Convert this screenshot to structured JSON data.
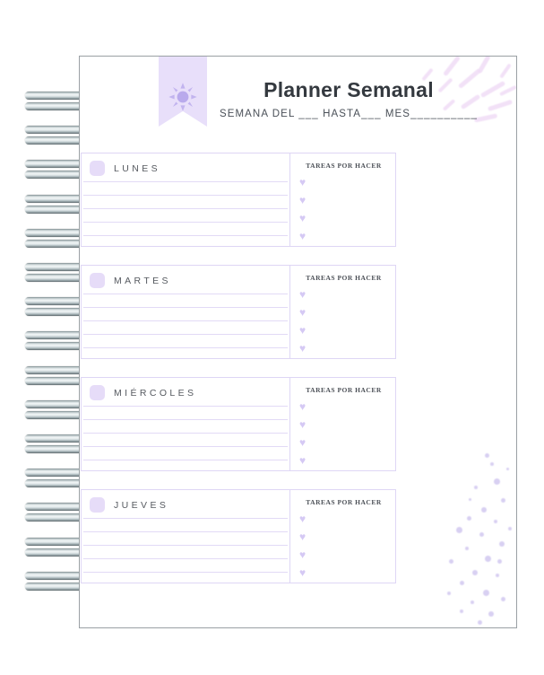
{
  "header": {
    "title": "Planner Semanal",
    "subtitle": "SEMANA DEL ___ HASTA___ MES__________",
    "icon": "sun-icon"
  },
  "colors": {
    "lavender_light": "#e8dffa",
    "lavender_chip": "#e6dcf8",
    "lavender_border": "#ded6f5",
    "lavender_rule": "#e2daf6",
    "heart": "#d5c9f4",
    "ink": "#34393f",
    "page_border": "#9aa0a4",
    "corner_dash": "#f0dcf6",
    "corner_dot": "#d8d0f2"
  },
  "days": [
    {
      "label": "LUNES",
      "tasks_title": "TAREAS POR HACER",
      "lines": [
        "",
        "",
        "",
        "",
        ""
      ],
      "task_items": [
        "",
        "",
        "",
        ""
      ]
    },
    {
      "label": "MARTES",
      "tasks_title": "TAREAS POR HACER",
      "lines": [
        "",
        "",
        "",
        "",
        ""
      ],
      "task_items": [
        "",
        "",
        "",
        ""
      ]
    },
    {
      "label": "MIÉRCOLES",
      "tasks_title": "TAREAS POR HACER",
      "lines": [
        "",
        "",
        "",
        "",
        ""
      ],
      "task_items": [
        "",
        "",
        "",
        ""
      ]
    },
    {
      "label": "JUEVES",
      "tasks_title": "TAREAS POR HACER",
      "lines": [
        "",
        "",
        "",
        "",
        ""
      ],
      "task_items": [
        "",
        "",
        "",
        ""
      ]
    }
  ],
  "binding": {
    "coil_count": 15,
    "type": "spiral-wire-binding"
  }
}
